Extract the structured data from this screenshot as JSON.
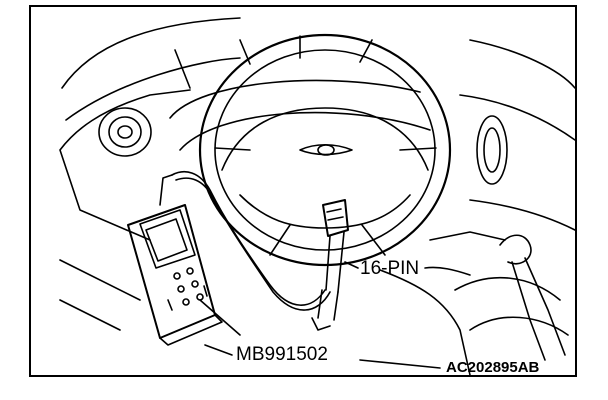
{
  "labels": {
    "connector": "16-PIN",
    "tool": "MB991502",
    "figure_code": "AC202895AB"
  },
  "icons": {
    "vehicle": "dashboard-steering-wheel-illustration",
    "scan_tool": "handheld-scan-tool-icon",
    "connector": "diagnostic-connector-icon"
  },
  "colors": {
    "ink": "#000000",
    "paper": "#ffffff"
  }
}
